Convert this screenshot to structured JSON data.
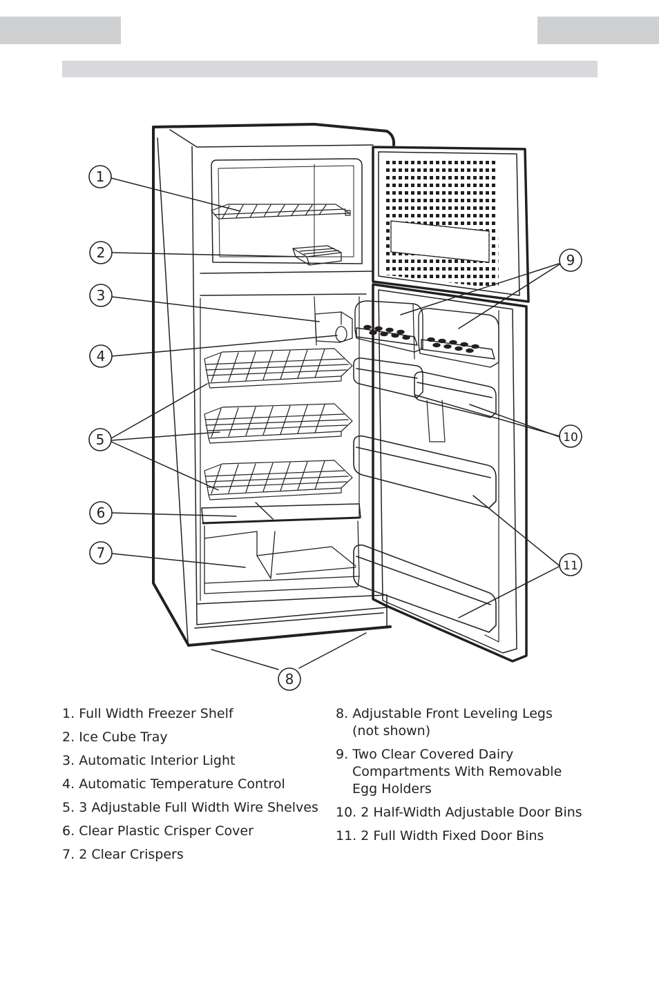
{
  "header": {
    "left_tab_text": "",
    "right_tab_text": "",
    "title": ""
  },
  "diagram": {
    "callouts": [
      {
        "id": 1,
        "label": "1"
      },
      {
        "id": 2,
        "label": "2"
      },
      {
        "id": 3,
        "label": "3"
      },
      {
        "id": 4,
        "label": "4"
      },
      {
        "id": 5,
        "label": "5"
      },
      {
        "id": 6,
        "label": "6"
      },
      {
        "id": 7,
        "label": "7"
      },
      {
        "id": 8,
        "label": "8"
      },
      {
        "id": 9,
        "label": "9"
      },
      {
        "id": 10,
        "label": "10"
      },
      {
        "id": 11,
        "label": "11"
      }
    ]
  },
  "legend": {
    "left": [
      {
        "num": "1.",
        "text": "Full Width Freezer Shelf"
      },
      {
        "num": "2.",
        "text": "Ice Cube Tray"
      },
      {
        "num": "3.",
        "text": "Automatic Interior Light"
      },
      {
        "num": "4.",
        "text": "Automatic Temperature Control"
      },
      {
        "num": "5.",
        "text": "3 Adjustable Full Width Wire Shelves"
      },
      {
        "num": "6.",
        "text": "Clear Plastic Crisper Cover"
      },
      {
        "num": "7.",
        "text": "2 Clear Crispers"
      }
    ],
    "right": [
      {
        "num": "8.",
        "text": "Adjustable Front Leveling Legs\n(not shown)"
      },
      {
        "num": "9.",
        "text": "Two Clear Covered Dairy\nCompartments With Removable\nEgg Holders"
      },
      {
        "num": "10.",
        "text": "2 Half-Width Adjustable Door Bins"
      },
      {
        "num": "11.",
        "text": "2 Full Width Fixed Door Bins"
      }
    ]
  }
}
